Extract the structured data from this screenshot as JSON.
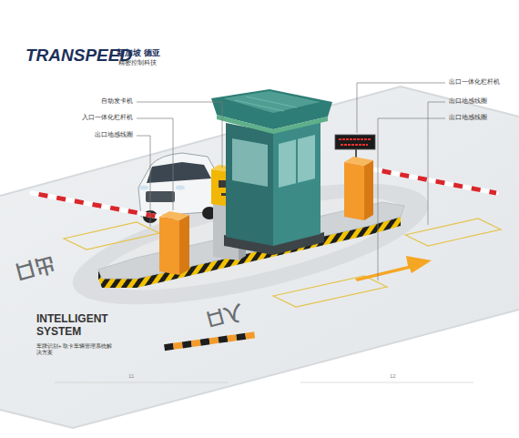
{
  "diagram": {
    "title": "INTELLIGENT SYSTEM",
    "caption": "车牌识别+ 取卡车辆管理系统解决方案",
    "labels": [
      "TRANSPEED",
      "新加坡 德亚",
      "精密控制科技",
      "自动发卡机",
      "入口一体化栏杆机",
      "出口地感线圈",
      "出口一体化栏杆机",
      "出口地感线圈",
      "出口地感线圈",
      "出口",
      "入口",
      "11",
      "12"
    ]
  }
}
